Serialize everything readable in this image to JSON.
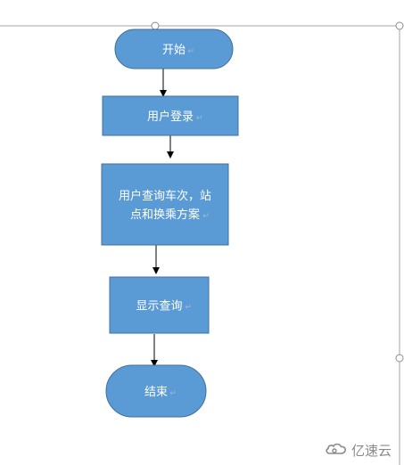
{
  "diagram": {
    "nodes": [
      {
        "id": "start",
        "shape": "terminal",
        "lines": [
          "开始"
        ]
      },
      {
        "id": "login",
        "shape": "process",
        "lines": [
          "用户登录"
        ]
      },
      {
        "id": "query",
        "shape": "process",
        "lines": [
          "用户查询车次，站",
          "点和换乘方案"
        ]
      },
      {
        "id": "show",
        "shape": "process",
        "lines": [
          "显示查询"
        ]
      },
      {
        "id": "end",
        "shape": "terminal",
        "lines": [
          "结束"
        ]
      }
    ],
    "edges": [
      {
        "from": "start",
        "to": "login"
      },
      {
        "from": "login",
        "to": "query"
      },
      {
        "from": "query",
        "to": "show"
      },
      {
        "from": "show",
        "to": "end"
      }
    ],
    "colors": {
      "fill": "#5b9bd5",
      "stroke": "#41719c",
      "text": "#ffffff",
      "arrow": "#000000",
      "frame": "#a6a6a6"
    }
  },
  "watermark": {
    "text": "亿速云",
    "icon": "cloud-logo-icon"
  }
}
